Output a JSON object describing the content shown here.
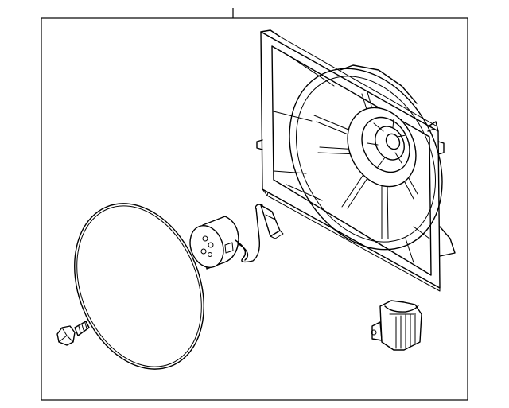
{
  "diagram": {
    "colors": {
      "line": "#000000",
      "background": "#ffffff"
    },
    "parts": [
      {
        "name": "fan-shroud-assembly"
      },
      {
        "name": "fan-motor"
      },
      {
        "name": "motor-wire-harness"
      },
      {
        "name": "fan-shroud-cover"
      },
      {
        "name": "mounting-bolt"
      },
      {
        "name": "resistor"
      }
    ]
  }
}
